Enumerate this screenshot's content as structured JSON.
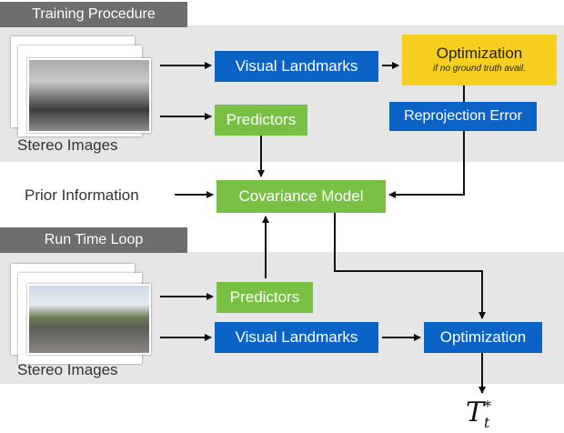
{
  "training": {
    "tab": "Training Procedure",
    "stereo_label": "Stereo Images",
    "visual_landmarks": "Visual Landmarks",
    "predictors": "Predictors",
    "optimization_title": "Optimization",
    "optimization_note": "if no ground truth avail.",
    "reprojection_error": "Reprojection Error"
  },
  "middle": {
    "prior_information": "Prior Information",
    "covariance_model": "Covariance Model"
  },
  "runtime": {
    "tab": "Run Time Loop",
    "stereo_label": "Stereo Images",
    "predictors": "Predictors",
    "visual_landmarks": "Visual Landmarks",
    "optimization": "Optimization"
  },
  "output": {
    "symbol": "T",
    "superscript": "*",
    "subscript": "t"
  },
  "colors": {
    "blue": "#0c63c6",
    "green": "#77c043",
    "yellow": "#f6cf1f",
    "panel": "#e6e6e6",
    "tab": "#6e6e6e"
  }
}
